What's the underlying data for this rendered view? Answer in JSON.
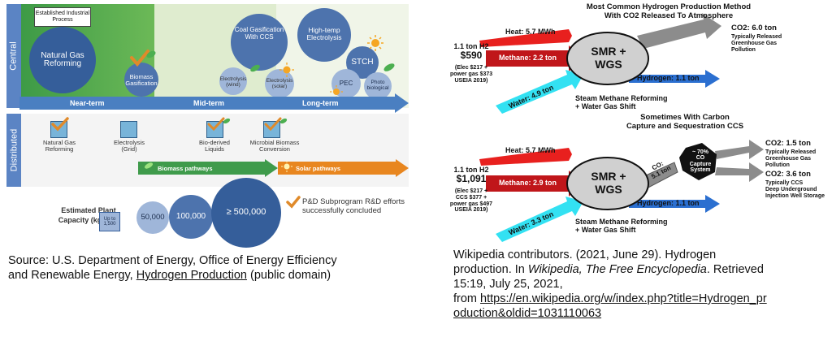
{
  "left_figure": {
    "band_labels": {
      "central": "Central",
      "distributed": "Distributed"
    },
    "established_label": "Established Industrial Process",
    "timeline": {
      "near": "Near-term",
      "mid": "Mid-term",
      "long": "Long-term"
    },
    "central_items": {
      "natural_gas": "Natural Gas Reforming",
      "biomass": "Biomass Gasification",
      "coal": "Coal Gasification With CCS",
      "hightemp": "High-temp Electrolysis",
      "stch": "STCH",
      "electrolysis_wind": "Electrolysis (wind)",
      "electrolysis_solar": "Electrolysis (solar)",
      "pec": "PEC",
      "photo_bio": "Photo biological"
    },
    "distributed_items": {
      "ng_reforming": "Natural Gas Reforming",
      "electrolysis_grid": "Electrolysis (Grid)",
      "bio_liquids": "Bio-derived Liquids",
      "microbial": "Microbial Biomass Conversion"
    },
    "pathways": {
      "biomass": "Biomass pathways",
      "solar": "Solar pathways"
    },
    "legend": {
      "capacity_label": "Estimated Plant Capacity (kg/day)",
      "sizes": [
        "Up to 1,500",
        "50,000",
        "100,000",
        "≥ 500,000"
      ],
      "check_note": "P&D Subprogram R&D efforts successfully concluded"
    },
    "colors": {
      "dark_blue": "#355e9a",
      "arrow_blue": "#4a7fc1",
      "green": "#3f9b4b",
      "orange": "#e8861f"
    }
  },
  "right_figure": {
    "title_line1": "Most Common Hydrogen Production Method",
    "title_line2": "With CO2 Released To Atmosphere",
    "top": {
      "cost_label": "1.1 ton H2",
      "cost_value": "$590",
      "cost_note": [
        "(Elec $217 +",
        "power gas $373",
        "USEIA 2019)"
      ],
      "heat": "Heat: 5.7 MWh",
      "methane": "Methane: 2.2 ton",
      "water": "Water: 4.9 ton",
      "reactor": [
        "SMR +",
        "WGS"
      ],
      "hydrogen": "Hydrogen: 1.1 ton",
      "co2": "CO2:  6.0 ton",
      "co2_note": [
        "Typically Released",
        "Greenhouse Gas",
        "Pollution"
      ],
      "process": [
        "Steam Methane Reforming",
        "+ Water Gas Shift"
      ]
    },
    "mid_title_line1": "Sometimes With Carbon",
    "mid_title_line2": "Capture and Sequestration CCS",
    "bottom": {
      "cost_label": "1.1 ton H2",
      "cost_value": "$1,091",
      "cost_note": [
        "(Elec $217 +",
        "CCS $377 +",
        "power gas $497",
        "USEIA 2019)"
      ],
      "heat": "Heat: 5.7 MWh",
      "methane": "Methane: 2.9 ton",
      "water": "Water: 3.3 ton",
      "reactor": [
        "SMR +",
        "WGS"
      ],
      "hydrogen": "Hydrogen: 1.1 ton",
      "co2_flow": [
        "CO:",
        "5.1 ton"
      ],
      "capture": [
        "~ 70%",
        "CO",
        "Capture",
        "System"
      ],
      "co2_released": "CO2:  1.5 ton",
      "co2_released_note": [
        "Typically Released",
        "Greenhouse Gas",
        "Pollution"
      ],
      "co2_stored": "CO2:  3.6 ton",
      "co2_stored_note": [
        "Typically CCS",
        "Deep Underground",
        "Injection Well Storage"
      ],
      "process": [
        "Steam Methane Reforming",
        "+ Water Gas Shift"
      ]
    },
    "colors": {
      "heat": "#e8201e",
      "methane": "#c0161a",
      "water": "#33e1f2",
      "hydrogen": "#2b6fd0",
      "co2": "#8c8c8c"
    }
  },
  "captions": {
    "left": {
      "line1": "Source: U.S. Department of Energy, Office of Energy Efficiency",
      "line2_pre": "and Renewable Energy, ",
      "line2_link": "Hydrogen Production",
      "line2_post": " (public domain)"
    },
    "right": {
      "line1": "Wikipedia contributors. (2021, June 29). Hydrogen",
      "line2_pre": "production. In ",
      "line2_italic": "Wikipedia, The Free Encyclopedia",
      "line2_post": ". Retrieved",
      "line3": "15:19, July 25, 2021,",
      "line4_pre": "from ",
      "line4_link": "https://en.wikipedia.org/w/index.php?title=Hydrogen_pr",
      "line5_link": "oduction&oldid=1031110063"
    }
  }
}
